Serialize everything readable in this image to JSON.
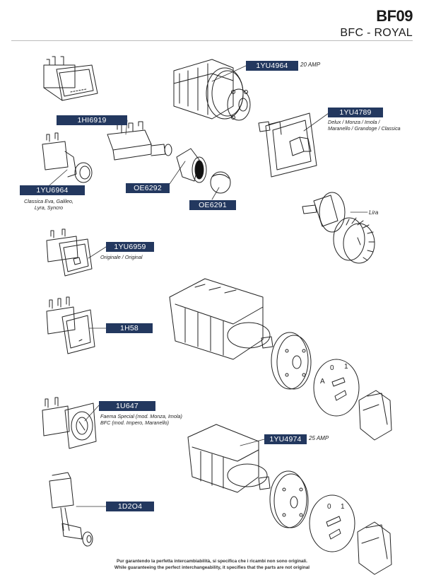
{
  "header": {
    "code": "BF09",
    "subtitle": "BFC - ROYAL"
  },
  "parts": [
    {
      "code": "1YU4964",
      "note": "20 AMP"
    },
    {
      "code": "1YU4789",
      "note": "Delux / Monza / Imola /\nMaranello / Grandoge / Classica"
    },
    {
      "code": "1HI6919",
      "note": ""
    },
    {
      "code": "1YU6964",
      "note": "Classica Eva, Galileo,\nLyra, Syncro"
    },
    {
      "code": "OE6292",
      "note": ""
    },
    {
      "code": "OE6291",
      "note": ""
    },
    {
      "code": "",
      "note": "Lira"
    },
    {
      "code": "1YU6959",
      "note": "Originale / Original"
    },
    {
      "code": "1H58",
      "note": ""
    },
    {
      "code": "1U647",
      "note": "Faema Special (mod. Monza, Imola)\nBFC (mod. Impero, Maranello)"
    },
    {
      "code": "1YU4974",
      "note": "25 AMP"
    },
    {
      "code": "1D2O4",
      "note": ""
    }
  ],
  "dial_marks": {
    "upper": [
      "A",
      "0",
      "1"
    ],
    "lower": [
      "0",
      "1"
    ]
  },
  "footer": {
    "line_it": "Pur garantendo la perfetta intercambiabilità, si specifica che i ricambi non sono originali.",
    "line_en": "While guaranteeing the perfect interchangeability, it specifies that the parts are not original"
  }
}
